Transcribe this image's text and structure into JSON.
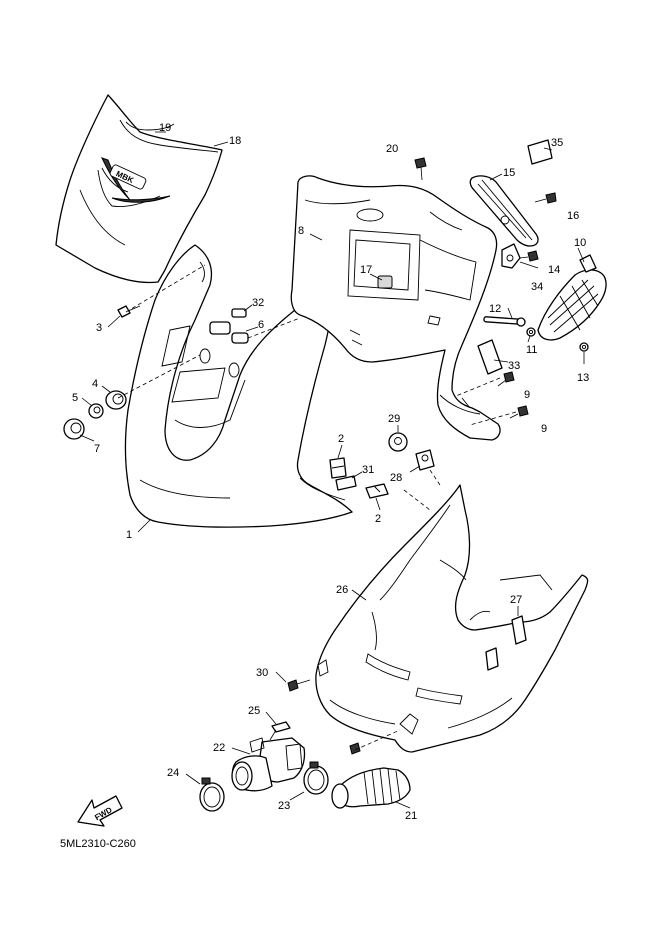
{
  "diagram": {
    "code": "5ML2310-C260",
    "brand_mark": "MBK",
    "fwd_label": "FWD"
  },
  "callouts": [
    {
      "id": "c1",
      "label": "1"
    },
    {
      "id": "c2a",
      "label": "2"
    },
    {
      "id": "c2b",
      "label": "2"
    },
    {
      "id": "c3",
      "label": "3"
    },
    {
      "id": "c4",
      "label": "4"
    },
    {
      "id": "c5",
      "label": "5"
    },
    {
      "id": "c6",
      "label": "6"
    },
    {
      "id": "c7",
      "label": "7"
    },
    {
      "id": "c8",
      "label": "8"
    },
    {
      "id": "c9a",
      "label": "9"
    },
    {
      "id": "c9b",
      "label": "9"
    },
    {
      "id": "c10",
      "label": "10"
    },
    {
      "id": "c11",
      "label": "11"
    },
    {
      "id": "c12",
      "label": "12"
    },
    {
      "id": "c13",
      "label": "13"
    },
    {
      "id": "c14",
      "label": "14"
    },
    {
      "id": "c15",
      "label": "15"
    },
    {
      "id": "c16",
      "label": "16"
    },
    {
      "id": "c17",
      "label": "17"
    },
    {
      "id": "c18",
      "label": "18"
    },
    {
      "id": "c19",
      "label": "19"
    },
    {
      "id": "c20",
      "label": "20"
    },
    {
      "id": "c21",
      "label": "21"
    },
    {
      "id": "c22",
      "label": "22"
    },
    {
      "id": "c23",
      "label": "23"
    },
    {
      "id": "c24",
      "label": "24"
    },
    {
      "id": "c25",
      "label": "25"
    },
    {
      "id": "c26",
      "label": "26"
    },
    {
      "id": "c27",
      "label": "27"
    },
    {
      "id": "c28",
      "label": "28"
    },
    {
      "id": "c29",
      "label": "29"
    },
    {
      "id": "c30",
      "label": "30"
    },
    {
      "id": "c31",
      "label": "31"
    },
    {
      "id": "c32",
      "label": "32"
    },
    {
      "id": "c33",
      "label": "33"
    },
    {
      "id": "c34",
      "label": "34"
    },
    {
      "id": "c35",
      "label": "35"
    }
  ]
}
